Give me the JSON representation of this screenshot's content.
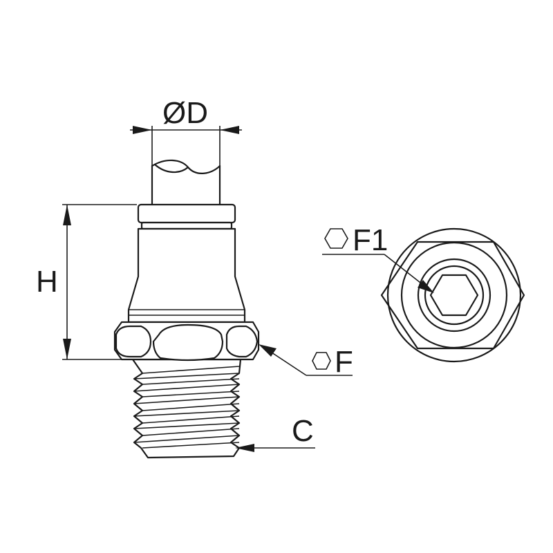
{
  "labels": {
    "diameter": "ØD",
    "height": "H",
    "hex_f": "F",
    "hex_f1": "F1",
    "thread": "C"
  },
  "icons": {
    "hex_f": "hexagon-icon",
    "hex_f1": "hexagon-icon"
  },
  "colors": {
    "line": "#1a1a1a",
    "background": "#ffffff"
  }
}
